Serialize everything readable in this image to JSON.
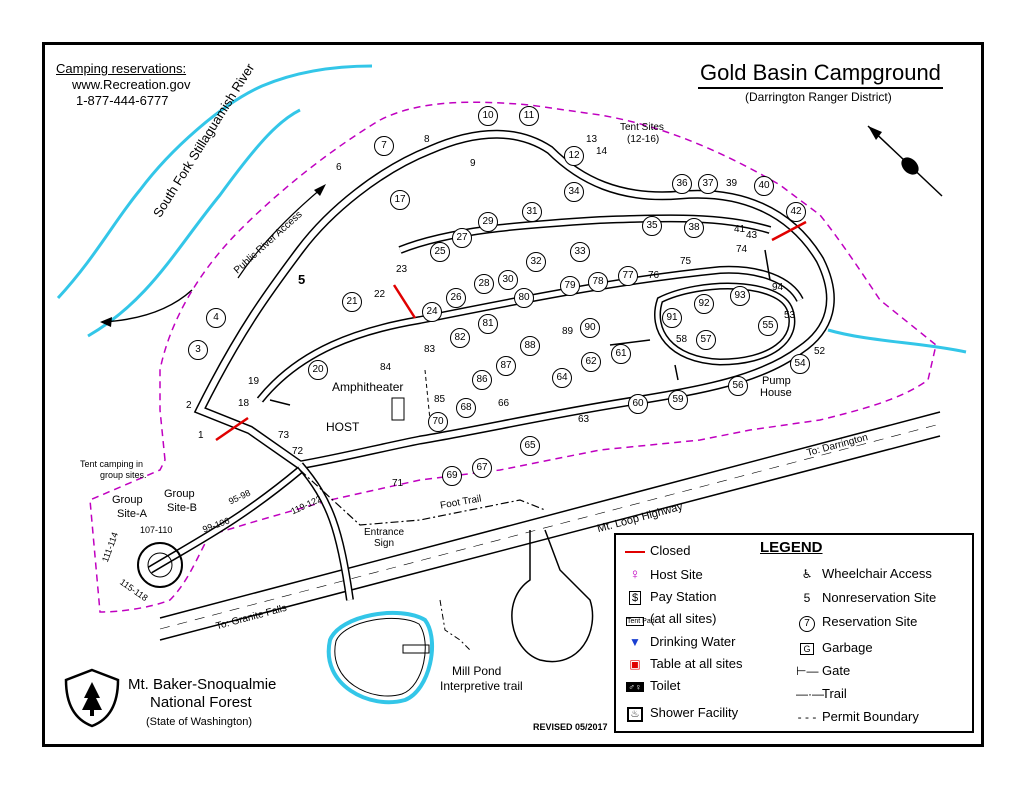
{
  "reservation": {
    "heading": "Camping reservations:",
    "website": "www.Recreation.gov",
    "phone": "1-877-444-6777"
  },
  "title": "Gold Basin Campground",
  "subtitle": "(Darrington Ranger District)",
  "labels": {
    "river": "South Fork Stillaguamish River",
    "river_access": "Public River Access",
    "tent_sites": "Tent Sites",
    "tent_sites_range": "(12-16)",
    "amphitheater": "Amphitheater",
    "host": "HOST",
    "pump_house_1": "Pump",
    "pump_house_2": "House",
    "tent_group_1": "Tent camping in",
    "tent_group_2": "group sites.",
    "group_a_1": "Group",
    "group_a_2": "Site-A",
    "group_b_1": "Group",
    "group_b_2": "Site-B",
    "entrance_1": "Entrance",
    "entrance_2": "Sign",
    "foot_trail": "Foot Trail",
    "highway": "Mt. Loop Highway",
    "to_darrington": "To: Darrington",
    "to_granite": "To: Granite Falls",
    "mill_pond_1": "Mill Pond",
    "mill_pond_2": "Interpretive trail",
    "range_95_98": "95-98",
    "range_99_106": "99-106",
    "range_107_110": "107-110",
    "range_111_114": "111-114",
    "range_115_118": "115-118",
    "range_119_122": "119-122"
  },
  "forest": {
    "line1": "Mt. Baker-Snoqualmie",
    "line2": "National Forest",
    "line3": "(State of Washington)"
  },
  "revised": "REVISED 05/2017",
  "legend": {
    "title": "LEGEND",
    "items": {
      "closed": "Closed",
      "host": "Host Site",
      "pay": "Pay Station",
      "tent_pad": "(at all sites)",
      "water": "Drinking Water",
      "table": "Table at all sites",
      "toilet": "Toilet",
      "shower": "Shower Facility",
      "wheelchair": "Wheelchair Access",
      "nonres": "Nonreservation Site",
      "res": "Reservation Site",
      "garbage": "Garbage",
      "gate": "Gate",
      "trail": "Trail",
      "permit": "Permit Boundary"
    },
    "sym_nonres": "5",
    "sym_res": "7",
    "sym_tentpad": "Tent Pad"
  },
  "sites": [
    "1",
    "2",
    "3",
    "4",
    "5",
    "6",
    "7",
    "8",
    "9",
    "10",
    "11",
    "12",
    "13",
    "14",
    "17",
    "18",
    "19",
    "20",
    "21",
    "22",
    "23",
    "24",
    "25",
    "26",
    "27",
    "28",
    "29",
    "30",
    "31",
    "32",
    "33",
    "34",
    "35",
    "36",
    "37",
    "38",
    "39",
    "40",
    "41",
    "42",
    "43",
    "52",
    "53",
    "54",
    "55",
    "56",
    "57",
    "58",
    "59",
    "60",
    "61",
    "62",
    "63",
    "64",
    "65",
    "66",
    "67",
    "68",
    "69",
    "70",
    "71",
    "72",
    "73",
    "74",
    "75",
    "76",
    "77",
    "78",
    "79",
    "80",
    "81",
    "82",
    "83",
    "84",
    "85",
    "86",
    "87",
    "88",
    "89",
    "90",
    "91",
    "92",
    "93",
    "94"
  ],
  "colors": {
    "river": "#33c6e8",
    "boundary": "#c000c0",
    "closed": "#e00000",
    "water": "#1a3fd1",
    "host": "#c000c0"
  }
}
